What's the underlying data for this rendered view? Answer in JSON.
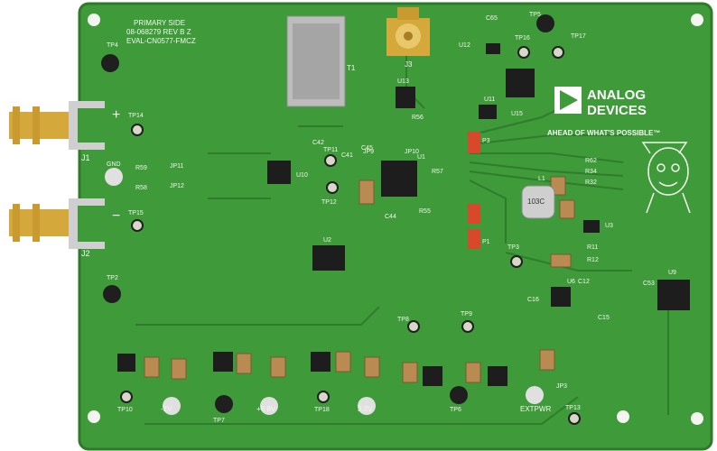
{
  "board": {
    "header_lines": [
      "PRIMARY SIDE",
      "08-068279 REV B Z",
      "EVAL-CN0577-FMCZ"
    ],
    "brand_name_line1": "ANALOG",
    "brand_name_line2": "DEVICES",
    "tagline": "AHEAD OF WHAT'S POSSIBLE™",
    "colors": {
      "pcb": "#3f9a3a",
      "pcb_dark": "#2f7d2c",
      "silkscreen": "#f2f7ee",
      "ic": "#1d1d1d",
      "gold": "#d4a83a",
      "capacitor": "#b98a52",
      "red_led": "#d8482a"
    }
  },
  "labels": {
    "plus": "+",
    "minus": "−",
    "gnd": "GND",
    "j1": "J1",
    "j2": "J2",
    "j3": "J3",
    "tp4": "TP4",
    "tp14": "TP14",
    "tp15": "TP15",
    "tp2": "TP2",
    "tp5": "TP5",
    "tp16": "TP16",
    "tp17": "TP17",
    "tp11": "TP11",
    "tp12": "TP12",
    "tp3": "TP3",
    "tp8": "TP8",
    "tp9": "TP9",
    "tp10": "TP10",
    "tp7": "TP7",
    "tp18": "TP18",
    "tp6": "TP6",
    "tp13": "TP13",
    "t1": "T1",
    "u1": "U1",
    "u2": "U2",
    "u3": "U3",
    "u6": "U6",
    "u9": "U9",
    "u10": "U10",
    "u11": "U11",
    "u12": "U12",
    "u13": "U13",
    "u15": "U15",
    "jp11": "JP11",
    "jp12": "JP12",
    "jp10": "JP10",
    "jp9": "JP9",
    "jp3": "JP3",
    "l1": "L1",
    "l1_mark": "103C",
    "p1": "P1",
    "p3": "P3",
    "r59": "R59",
    "r58": "R58",
    "r56": "R56",
    "r57": "R57",
    "r55": "R55",
    "r62": "R62",
    "r34": "R34",
    "r32": "R32",
    "r11": "R11",
    "r12": "R12",
    "c44": "C44",
    "c45": "C45",
    "c42": "C42",
    "c41": "C41",
    "c12": "C12",
    "c15": "C15",
    "c16": "C16",
    "c53": "C53",
    "c65": "C65",
    "rail_m1v": "-1V",
    "rail_p6v8": "+6.8V",
    "rail_3v3": "3.3V",
    "extpwr": "EXTPWR"
  }
}
